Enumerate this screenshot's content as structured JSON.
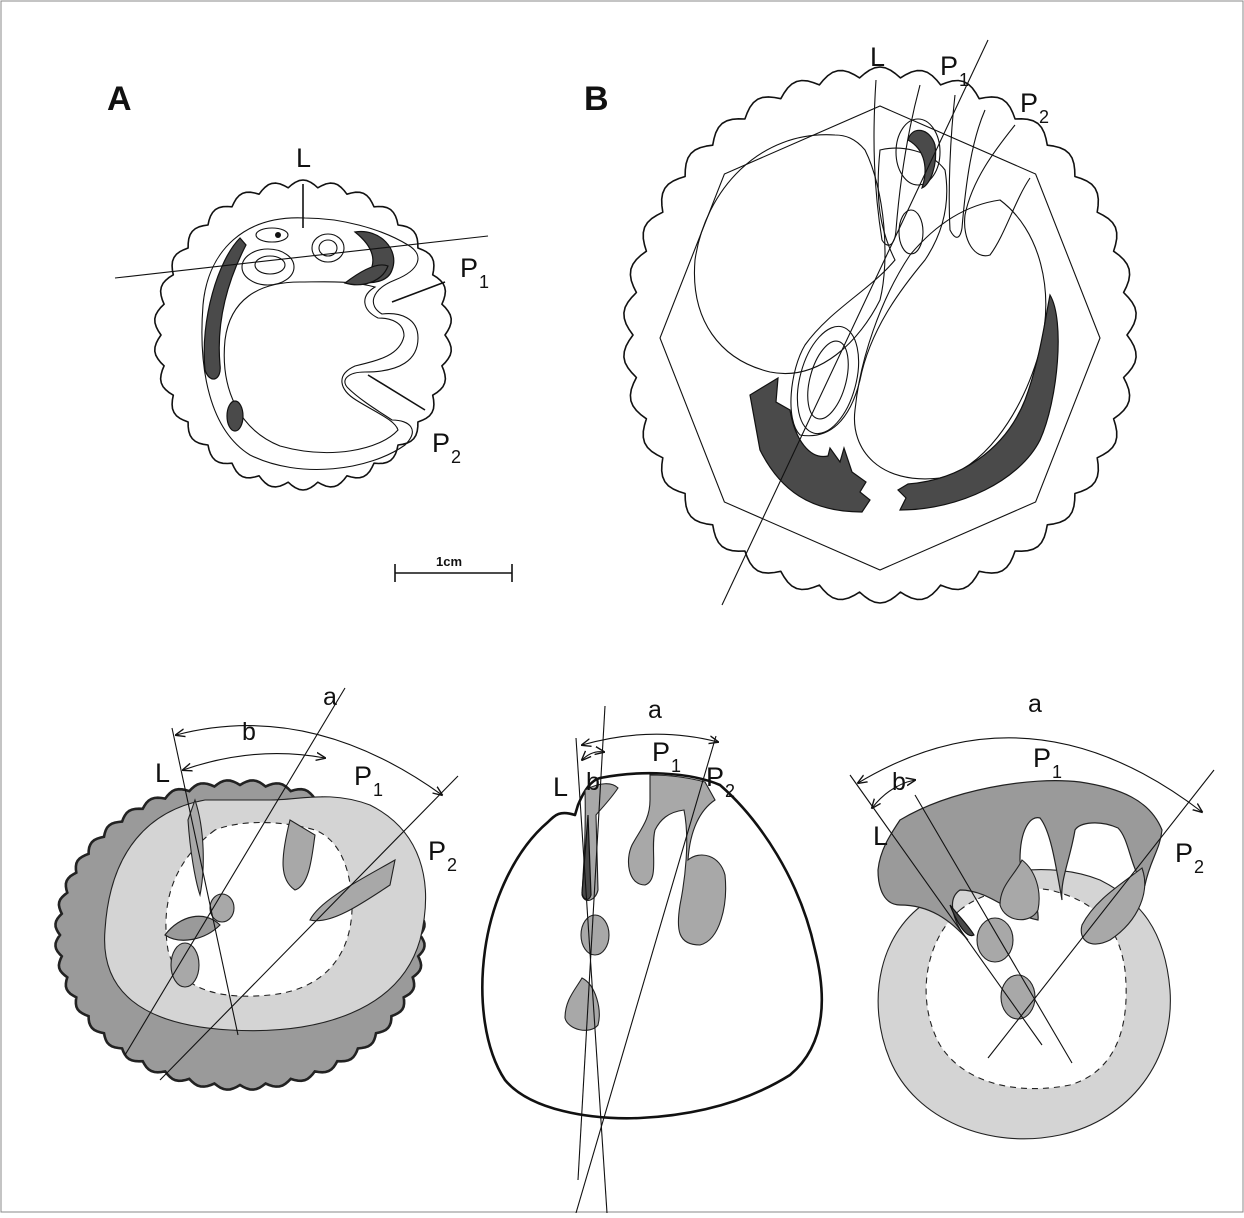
{
  "panels": {
    "A": {
      "letter": "A",
      "L": "L",
      "P1": "P",
      "P1_sub": "1",
      "P2": "P",
      "P2_sub": "2"
    },
    "B": {
      "letter": "B",
      "L": "L",
      "P1": "P",
      "P1_sub": "1",
      "P2": "P",
      "P2_sub": "2"
    }
  },
  "scale_bar": {
    "label": "1cm"
  },
  "lower_diagrams": [
    {
      "a": "a",
      "b": "b",
      "L": "L",
      "P1": "P",
      "P1_sub": "1",
      "P2": "P",
      "P2_sub": "2"
    },
    {
      "a": "a",
      "b": "b",
      "L": "L",
      "P1": "P",
      "P1_sub": "1",
      "P2": "P",
      "P2_sub": "2"
    },
    {
      "a": "a",
      "b": "b",
      "L": "L",
      "P1": "P",
      "P1_sub": "1",
      "P2": "P",
      "P2_sub": "2"
    }
  ],
  "colors": {
    "dark_fill": "#4a4a4a",
    "mid_fill": "#9a9a9a",
    "light_fill": "#d4d4d4",
    "frame": "#888888"
  }
}
